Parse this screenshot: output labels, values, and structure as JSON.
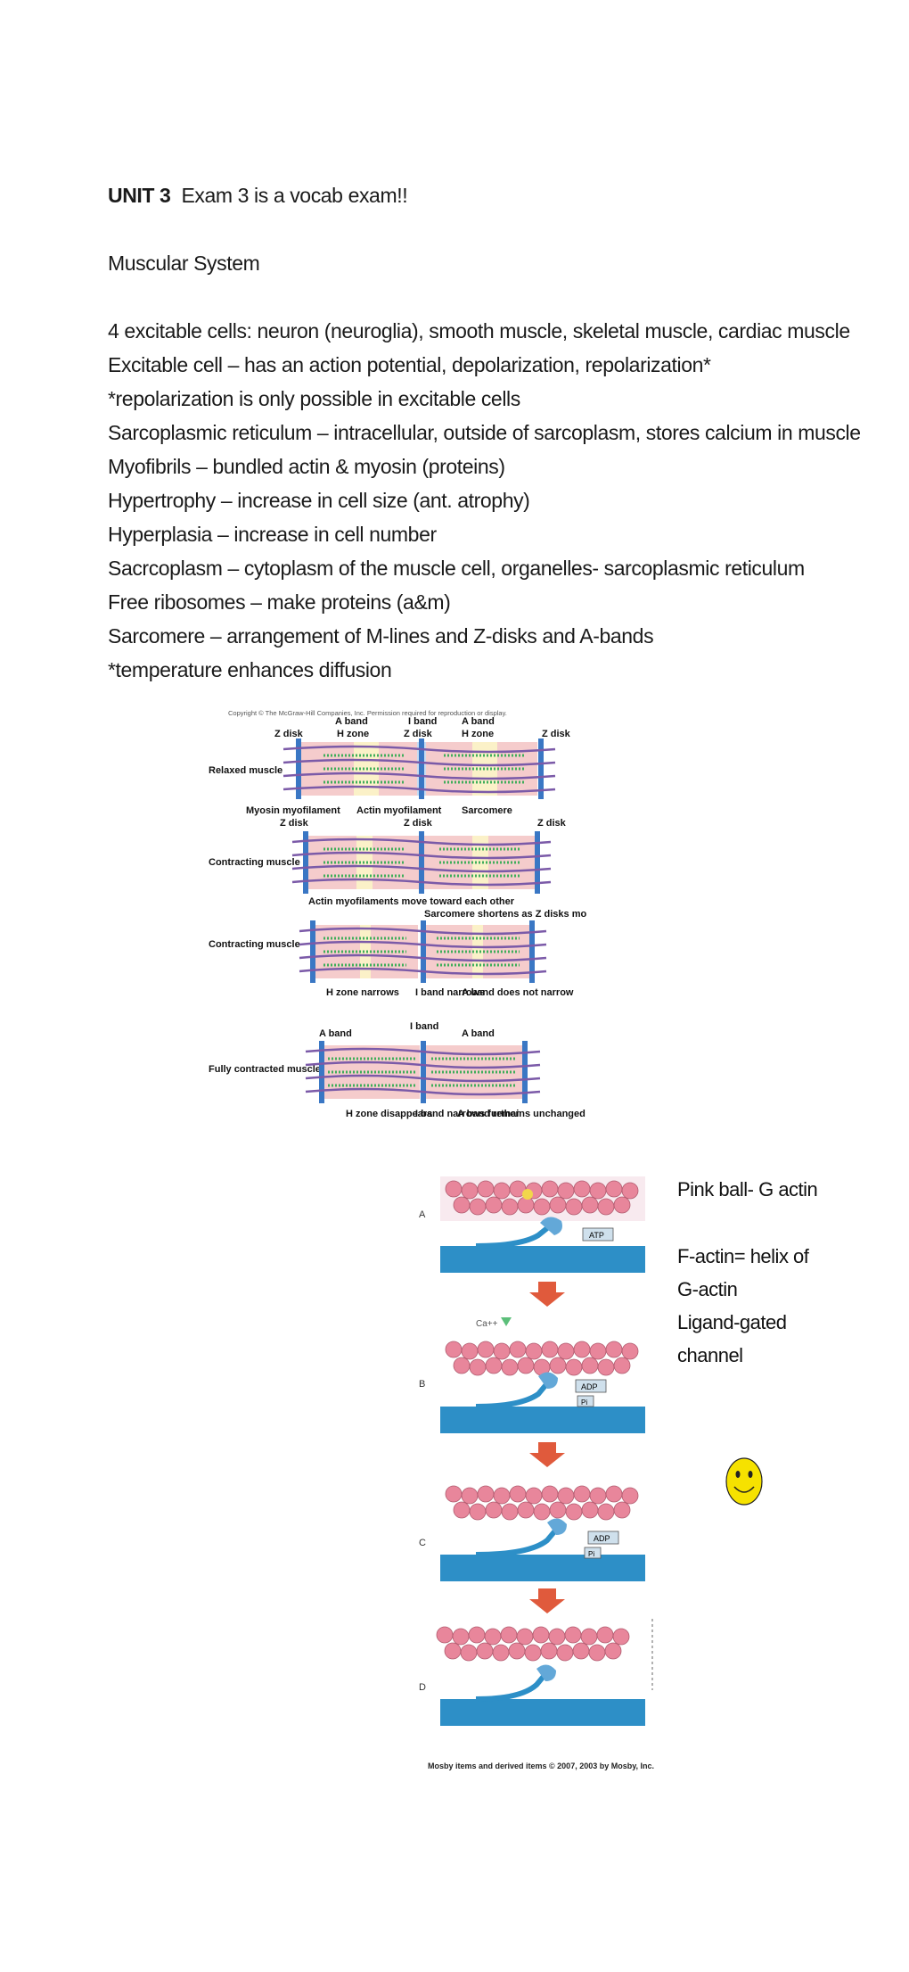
{
  "header": {
    "unit": "UNIT 3",
    "note": "Exam 3 is a vocab exam!!"
  },
  "section": "Muscular System",
  "notes": [
    "4 excitable cells: neuron (neuroglia), smooth muscle, skeletal muscle, cardiac muscle",
    "Excitable cell – has an action potential, depolarization, repolarization*",
    "*repolarization is only possible in excitable cells",
    "Sarcoplasmic reticulum – intracellular, outside of sarcoplasm, stores calcium in muscle",
    "Myofibrils – bundled actin & myosin (proteins)",
    "Hypertrophy – increase in cell size (ant. atrophy)",
    "Hyperplasia – increase in cell number",
    "Sacrcoplasm – cytoplasm of the muscle cell, organelles- sarcoplasmic reticulum",
    "Free ribosomes – make proteins (a&m)",
    "Sarcomere – arrangement of M-lines and Z-disks and A-bands",
    "*temperature enhances diffusion"
  ],
  "figure1": {
    "copyright": "Copyright © The McGraw-Hill Companies, Inc. Permission required for reproduction or display.",
    "rows": [
      "Relaxed muscle",
      "Contracting muscle",
      "Contracting muscle",
      "Fully contracted muscle"
    ],
    "labels": {
      "a_band": "A band",
      "i_band": "I band",
      "h_zone": "H zone",
      "z_disk": "Z disk",
      "myosin": "Myosin myofilament",
      "actin": "Actin myofilament",
      "sarcomere": "Sarcomere",
      "actin_move": "Actin myofilaments move toward each other",
      "sarc_short": "Sarcomere shortens as Z disks move toward each other",
      "h_narrows": "H zone narrows",
      "i_narrows": "I band narrows",
      "a_not": "A band does not narrow",
      "h_disappears": "H zone disappears",
      "i_further": "I band narrows further",
      "a_unchanged": "A band remains unchanged"
    }
  },
  "figure2": {
    "steps": [
      "A",
      "B",
      "C",
      "D"
    ],
    "labels": {
      "atp": "ATP",
      "adp": "ADP",
      "pi": "Pi",
      "ca": "Ca++"
    },
    "credit": "Mosby items and derived items © 2007, 2003 by Mosby, Inc."
  },
  "side_notes": [
    "Pink ball- G actin",
    "F-actin= helix of",
    "G-actin",
    "Ligand-gated",
    "channel"
  ],
  "colors": {
    "myosin": "#3a77c4",
    "actin": "#e8a2b0",
    "green": "#3fae5a",
    "purple": "#7b5aa8",
    "band": "#f6d6cf",
    "hzone": "#fbf1c8",
    "arrow": "#e05a3c",
    "smiley": "#f6e200"
  }
}
